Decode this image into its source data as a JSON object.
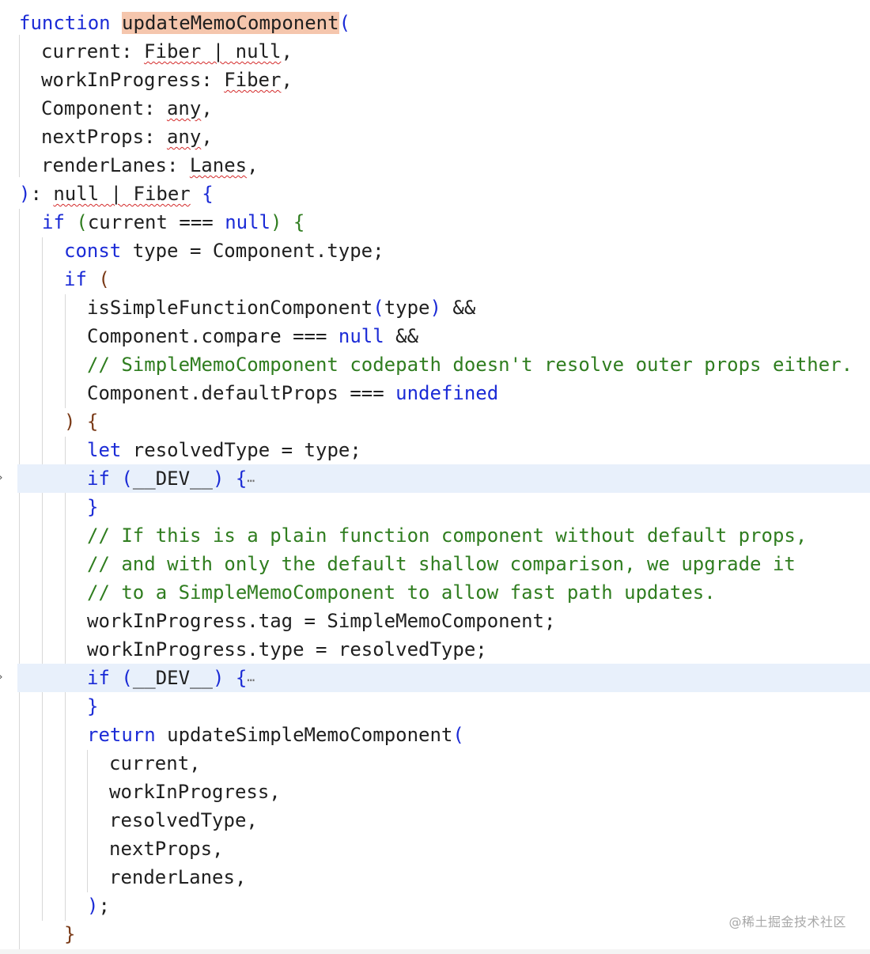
{
  "code": {
    "l1": {
      "kw": "function",
      "name": "updateMemoComponent",
      "paren": "("
    },
    "l2": {
      "a": "current: ",
      "t": "Fiber | null",
      "b": ","
    },
    "l3": {
      "a": "workInProgress: ",
      "t": "Fiber",
      "b": ","
    },
    "l4": {
      "a": "Component: ",
      "t": "any",
      "b": ","
    },
    "l5": {
      "a": "nextProps: ",
      "t": "any",
      "b": ","
    },
    "l6": {
      "a": "renderLanes: ",
      "t": "Lanes",
      "b": ","
    },
    "l7": {
      "paren": ")",
      "a": ": ",
      "t": "null | Fiber",
      "brace": "{"
    },
    "l8": {
      "kw": "if",
      "open": "(",
      "a": "current === ",
      "kw2": "null",
      "close": ")",
      "brace": "{"
    },
    "l9": {
      "kw": "const",
      "a": " type = Component.type;"
    },
    "l10": {
      "kw": "if",
      "open": "("
    },
    "l11": {
      "a": "isSimpleFunctionComponent",
      "open": "(",
      "b": "type",
      "close": ")",
      "c": " &&"
    },
    "l12": {
      "a": "Component.compare === ",
      "kw": "null",
      "c": " &&"
    },
    "l13": {
      "cm": "// SimpleMemoComponent codepath doesn't resolve outer props either."
    },
    "l14": {
      "a": "Component.defaultProps === ",
      "kw": "undefined"
    },
    "l15": {
      "close": ")",
      "brace": "{"
    },
    "l16": {
      "kw": "let",
      "a": " resolvedType = type;"
    },
    "l17": {
      "kw": "if",
      "open": "(",
      "a": "__DEV__",
      "close": ")",
      "brace": "{",
      "ellipsis": "⋯"
    },
    "l18": {
      "brace": "}"
    },
    "l19": {
      "cm": "// If this is a plain function component without default props,"
    },
    "l20": {
      "cm": "// and with only the default shallow comparison, we upgrade it"
    },
    "l21": {
      "cm": "// to a SimpleMemoComponent to allow fast path updates."
    },
    "l22": {
      "a": "workInProgress.tag = SimpleMemoComponent;"
    },
    "l23": {
      "a": "workInProgress.type = resolvedType;"
    },
    "l24": {
      "kw": "if",
      "open": "(",
      "a": "__DEV__",
      "close": ")",
      "brace": "{",
      "ellipsis": "⋯"
    },
    "l25": {
      "brace": "}"
    },
    "l26": {
      "kw": "return",
      "a": " updateSimpleMemoComponent",
      "open": "("
    },
    "l27": {
      "a": "current,"
    },
    "l28": {
      "a": "workInProgress,"
    },
    "l29": {
      "a": "resolvedType,"
    },
    "l30": {
      "a": "nextProps,"
    },
    "l31": {
      "a": "renderLanes,"
    },
    "l32": {
      "close": ")",
      "a": ";"
    },
    "l33": {
      "brace": "}"
    }
  },
  "fold_icon": "chevron-right-icon",
  "watermark": "@稀土掘金技术社区",
  "colors": {
    "keyword": "#1b2bd6",
    "comment": "#2f7d1f",
    "brace": "#7a3a17",
    "function_highlight": "#f5c6ad",
    "fold_highlight": "#e8f0fb"
  }
}
